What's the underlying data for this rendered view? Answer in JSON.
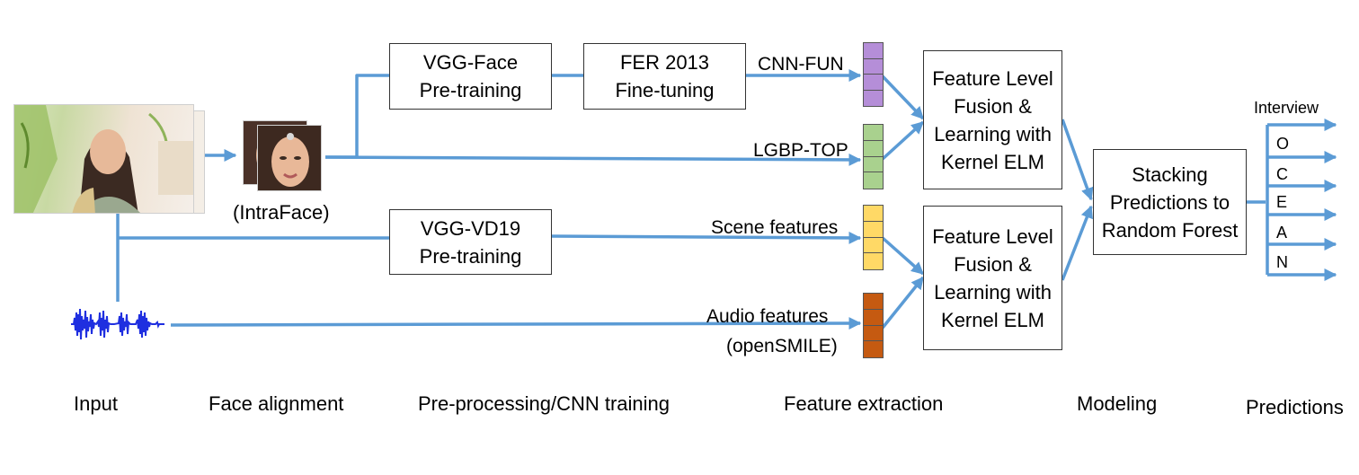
{
  "boxes": {
    "vgg_face": [
      "VGG-Face",
      "Pre-training"
    ],
    "fer2013": [
      "FER 2013",
      "Fine-tuning"
    ],
    "vgg_vd19": [
      "VGG-VD19",
      "Pre-training"
    ],
    "fusion_top": [
      "Feature Level",
      "Fusion &",
      "Learning with",
      "Kernel ELM"
    ],
    "fusion_bottom": [
      "Feature Level",
      "Fusion &",
      "Learning with",
      "Kernel ELM"
    ],
    "stacking": [
      "Stacking",
      "Predictions to",
      "Random Forest"
    ]
  },
  "labels": {
    "intraface": "(IntraFace)",
    "cnn_fun": "CNN-FUN",
    "lgbp_top": "LGBP-TOP",
    "scene": "Scene features",
    "audio_1": "Audio features",
    "audio_2": "(openSMILE)"
  },
  "predictions": [
    "Interview",
    "O",
    "C",
    "E",
    "A",
    "N"
  ],
  "stages": [
    "Input",
    "Face alignment",
    "Pre-processing/CNN training",
    "Feature extraction",
    "Modeling",
    "Predictions"
  ],
  "colors": {
    "arrow": "#5b9bd5",
    "cnn_fun": "#b58ed8",
    "lgbp_top": "#a9d18e",
    "scene": "#ffd966",
    "audio": "#c55a11",
    "waveform": "#1f2fe0"
  }
}
